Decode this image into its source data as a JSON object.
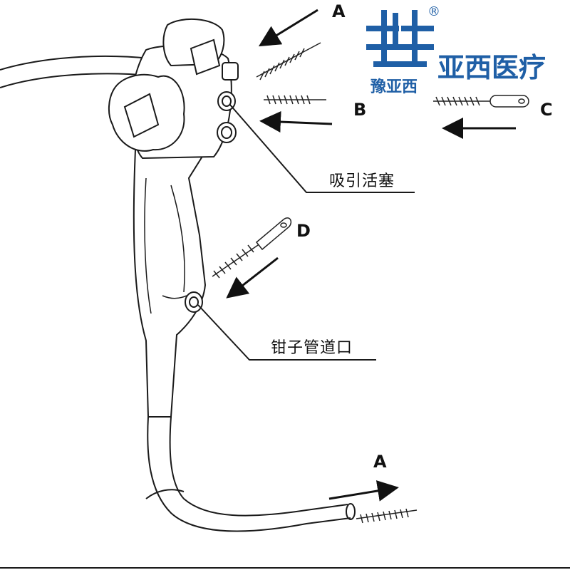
{
  "labels": {
    "a_top": "A",
    "b": "B",
    "c": "C",
    "d": "D",
    "a_bottom": "A",
    "suction_valve": "吸引活塞",
    "forceps_port": "钳子管道口"
  },
  "logo": {
    "name_large": "亚西医疗",
    "name_small": "豫亚西",
    "registered": "®",
    "color": "#1f5fa6"
  },
  "colors": {
    "line": "#1a1a1a",
    "arrow": "#111111"
  }
}
